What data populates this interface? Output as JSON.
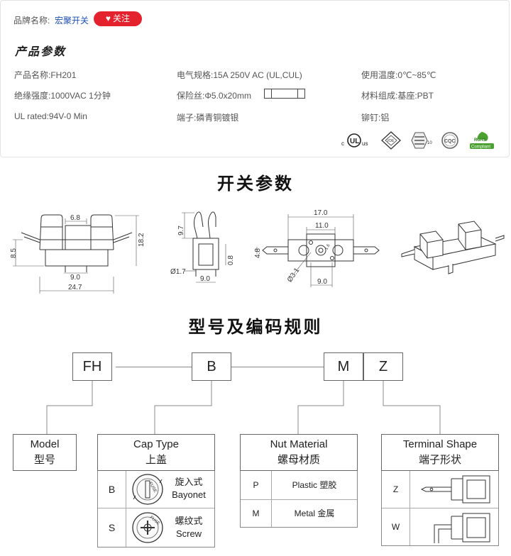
{
  "header": {
    "brand_label": "品牌名称:",
    "brand_name": "宏聚开关",
    "follow_label": "关注"
  },
  "params_title": "产品参数",
  "params": [
    {
      "label": "产品名称:",
      "value": "FH201"
    },
    {
      "label": "电气规格:",
      "value": "15A  250V  AC (UL,CUL)"
    },
    {
      "label": "使用温度:",
      "value": "0℃~85℃"
    },
    {
      "label": "绝缘强度:",
      "value": "1000VAC 1分钟"
    },
    {
      "label": "保险丝:",
      "value": "Φ5.0x20mm"
    },
    {
      "label": "材料组成:",
      "value": "基座:PBT"
    },
    {
      "label": "",
      "value": "UL rated:94V-0 Min"
    },
    {
      "label": "端子:",
      "value": "磷青铜镀银"
    },
    {
      "label": "铆钉:",
      "value": "铝"
    }
  ],
  "certs": {
    "ul_c": "c",
    "ul_us": "us",
    "vde": "VDE",
    "tuv": "10",
    "cqc": "CQC",
    "rohs_top": "RoHS",
    "rohs_bottom": "Compliant"
  },
  "switch_params_title": "开关参数",
  "dims": {
    "d1": {
      "w_top": "6.8",
      "h_left": "8.5",
      "h_right": "18.2",
      "w_mid": "9.0",
      "w_total": "24.7"
    },
    "d2": {
      "h_top": "9.7",
      "h_right": "0.8",
      "dia": "Ø1.7",
      "w_bottom": "9.0"
    },
    "d3": {
      "w_top": "17.0",
      "w_mid": "11.0",
      "h_left": "4.8",
      "dia": "Ø3.1",
      "w_bottom": "9.0",
      "small": "1.6"
    }
  },
  "coding_title": "型号及编码规则",
  "codes": [
    "FH",
    "B",
    "M",
    "Z"
  ],
  "categories": {
    "model": {
      "en": "Model",
      "zh": "型号"
    },
    "cap": {
      "en": "Cap Type",
      "zh": "上盖"
    },
    "nut": {
      "en": "Nut Material",
      "zh": "螺母材质"
    },
    "terminal": {
      "en": "Terminal Shape",
      "zh": "端子形状"
    }
  },
  "cap_options": [
    {
      "code": "B",
      "zh": "旋入式",
      "en": "Bayonet"
    },
    {
      "code": "S",
      "zh": "螺纹式",
      "en": "Screw"
    }
  ],
  "nut_options": [
    {
      "code": "P",
      "label": "Plastic 塑胶"
    },
    {
      "code": "M",
      "label": "Metal 金属"
    }
  ],
  "terminal_options": [
    {
      "code": "Z"
    },
    {
      "code": "W"
    }
  ],
  "cap_engrave": "FUSE"
}
